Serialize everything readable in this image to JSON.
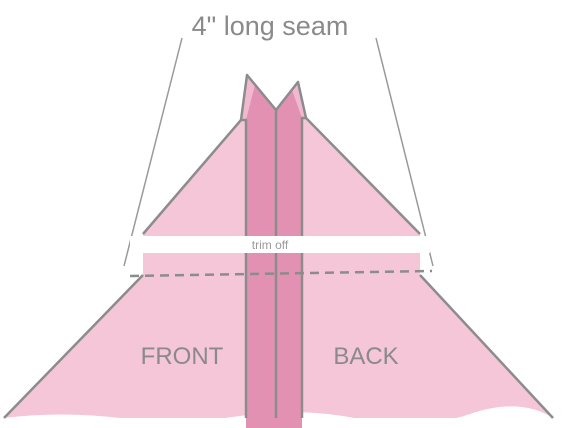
{
  "labels": {
    "seam": "4\" long seam",
    "trim": "trim off",
    "front": "FRONT",
    "back": "BACK"
  },
  "colors": {
    "panel_fill": "#f4c6d8",
    "seam_allowance_fill": "#e291b2",
    "outline": "#8c8c8c",
    "text": "#8a8a8a",
    "trim_band": "#ffffff"
  }
}
